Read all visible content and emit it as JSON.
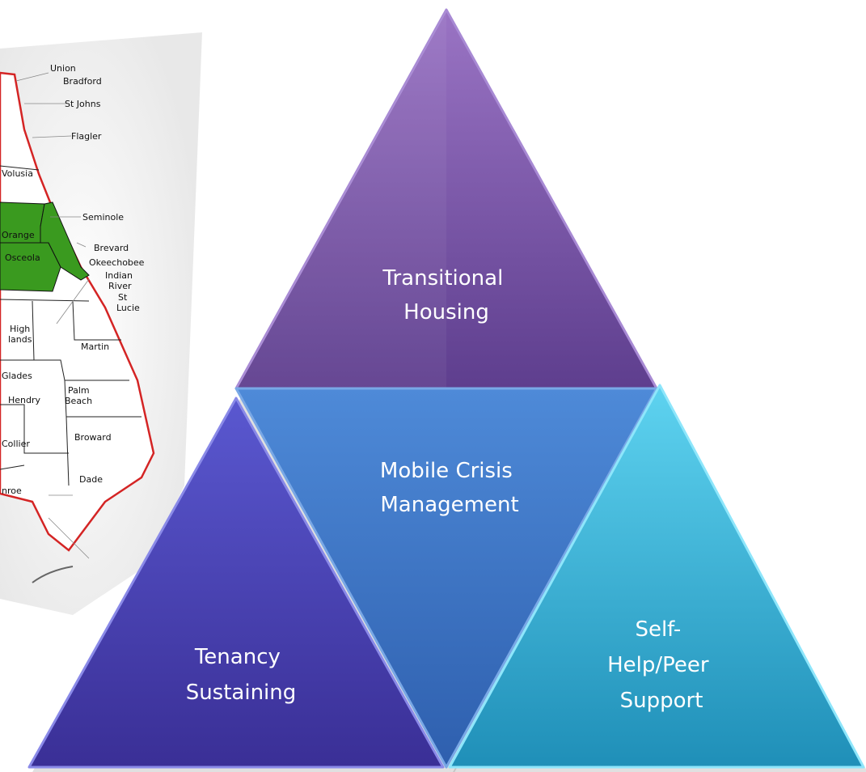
{
  "map": {
    "counties": [
      "Union",
      "Bradford",
      "St Johns",
      "Flagler",
      "Volusia",
      "Seminole",
      "Orange",
      "Osceola",
      "Brevard",
      "Okeechobee",
      "Indian",
      "River",
      "St",
      "Lucie",
      "High",
      "lands",
      "Martin",
      "Glades",
      "Palm",
      "Beach",
      "Hendry",
      "Broward",
      "Collier",
      "Dade",
      "nroe"
    ],
    "highlight_color": "#3a9a1f",
    "border_color": "#d42424"
  },
  "pyramid": {
    "top": {
      "lines": [
        "Transitional",
        "Housing"
      ],
      "color": "#7a55a8"
    },
    "middle": {
      "lines": [
        "Mobile Crisis",
        "Management"
      ],
      "color": "#3f79c8"
    },
    "left": {
      "lines": [
        "Tenancy",
        "Sustaining"
      ],
      "color": "#4a45b0"
    },
    "right": {
      "lines": [
        "Self-",
        "Help/Peer",
        "Support"
      ],
      "color": "#35b5d8"
    }
  }
}
